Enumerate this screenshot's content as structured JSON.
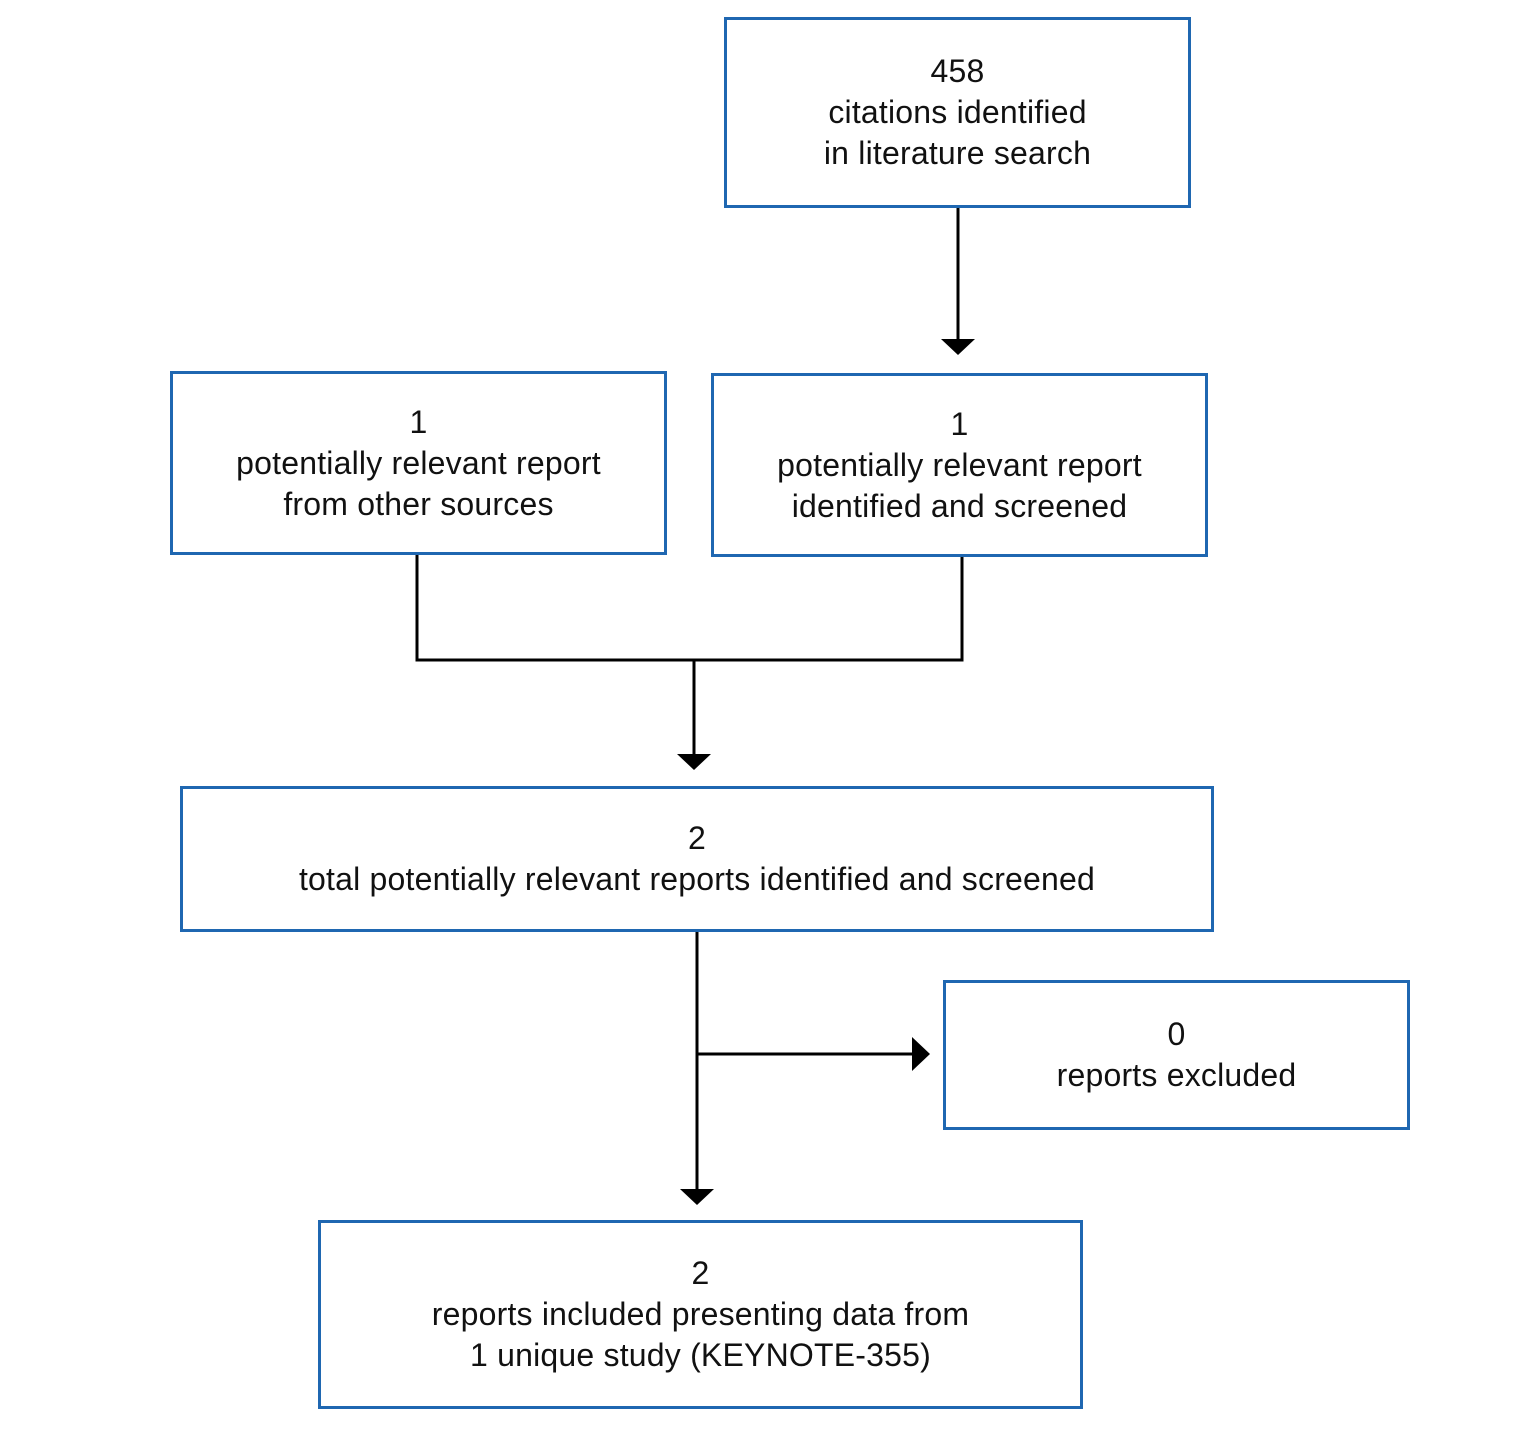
{
  "flow": {
    "search": {
      "count": "458",
      "line1": "citations identified",
      "line2": "in literature search"
    },
    "other_sources": {
      "count": "1",
      "line1": "potentially relevant report",
      "line2": "from other sources"
    },
    "screened": {
      "count": "1",
      "line1": "potentially relevant report",
      "line2": "identified and screened"
    },
    "total": {
      "count": "2",
      "line1": "total potentially relevant reports identified and screened"
    },
    "excluded": {
      "count": "0",
      "line1": "reports excluded"
    },
    "included": {
      "count": "2",
      "line1": "reports included presenting data from",
      "line2": "1 unique study (KEYNOTE-355)"
    }
  },
  "colors": {
    "box_border": "#1f67b1",
    "connector": "#000000"
  }
}
